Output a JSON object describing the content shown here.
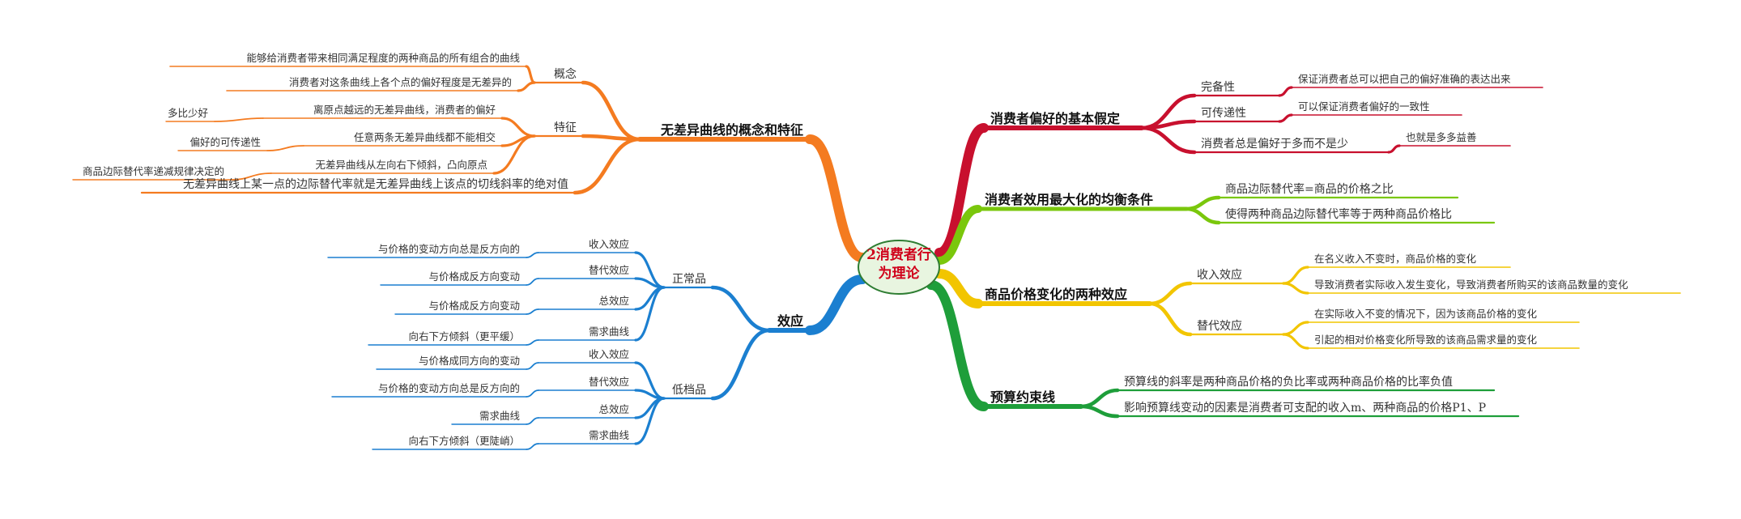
{
  "center": {
    "lines": [
      "2消费者行",
      "为理论"
    ],
    "text_color": "#d0021b",
    "fill": "#e8f5e0",
    "stroke": "#2e7d32"
  },
  "branches": [
    {
      "id": "preference",
      "label": "消费者偏好的基本假定",
      "color": "#c8102e",
      "children": [
        {
          "label": "完备性",
          "children": [
            {
              "label": "保证消费者总可以把自己的偏好准确的表达出来"
            }
          ]
        },
        {
          "label": "可传递性",
          "children": [
            {
              "label": "可以保证消费者偏好的一致性"
            }
          ]
        },
        {
          "label": "消费者总是偏好于多而不是少",
          "children": [
            {
              "label": "也就是多多益善"
            }
          ]
        }
      ]
    },
    {
      "id": "equilibrium",
      "label": "消费者效用最大化的均衡条件",
      "color": "#7ac70c",
      "children": [
        {
          "label": "商品边际替代率=商品的价格之比"
        },
        {
          "label": "使得两种商品边际替代率等于两种商品价格比"
        }
      ]
    },
    {
      "id": "price-effects",
      "label": "商品价格变化的两种效应",
      "color": "#f2c500",
      "children": [
        {
          "label": "收入效应",
          "children": [
            {
              "label": "在名义收入不变时，商品价格的变化"
            },
            {
              "label": "导致消费者实际收入发生变化，导致消费者所购买的该商品数量的变化"
            }
          ]
        },
        {
          "label": "替代效应",
          "children": [
            {
              "label": "在实际收入不变的情况下，因为该商品价格的变化"
            },
            {
              "label": "引起的相对价格变化所导致的该商品需求量的变化"
            }
          ]
        }
      ]
    },
    {
      "id": "budget",
      "label": "预算约束线",
      "color": "#1e9e3a",
      "children": [
        {
          "label": "预算线的斜率是两种商品价格的负比率或两种商品价格的比率负值"
        },
        {
          "label": "影响预算线变动的因素是消费者可支配的收入m、两种商品的价格P1、P"
        }
      ]
    },
    {
      "id": "indifference",
      "label": "无差异曲线的概念和特征",
      "color": "#f47b20",
      "children": [
        {
          "label": "概念",
          "children": [
            {
              "label": "能够给消费者带来相同满足程度的两种商品的所有组合的曲线"
            },
            {
              "label": "消费者对这条曲线上各个点的偏好程度是无差异的"
            }
          ]
        },
        {
          "label": "特征",
          "children": [
            {
              "label": "离原点越远的无差异曲线，消费者的偏好",
              "children": [
                {
                  "label": "多比少好"
                }
              ]
            },
            {
              "label": "任意两条无差异曲线都不能相交",
              "children": [
                {
                  "label": "偏好的可传递性"
                }
              ]
            },
            {
              "label": "无差异曲线从左向右下倾斜，凸向原点",
              "children": [
                {
                  "label": "商品边际替代率递减规律决定的"
                }
              ]
            }
          ]
        },
        {
          "label": "无差异曲线上某一点的边际替代率就是无差异曲线上该点的切线斜率的绝对值"
        }
      ]
    },
    {
      "id": "effects",
      "label": "效应",
      "color": "#1b7fd0",
      "children": [
        {
          "label": "正常品",
          "children": [
            {
              "label": "收入效应",
              "children": [
                {
                  "label": "与价格的变动方向总是反方向的"
                }
              ]
            },
            {
              "label": "替代效应",
              "children": [
                {
                  "label": "与价格成反方向变动"
                }
              ]
            },
            {
              "label": "总效应",
              "children": [
                {
                  "label": "与价格成反方向变动"
                }
              ]
            },
            {
              "label": "需求曲线",
              "children": [
                {
                  "label": "向右下方倾斜（更平缓）"
                }
              ]
            }
          ]
        },
        {
          "label": "低档品",
          "children": [
            {
              "label": "收入效应",
              "children": [
                {
                  "label": "与价格成同方向的变动"
                }
              ]
            },
            {
              "label": "替代效应",
              "children": [
                {
                  "label": "与价格的变动方向总是反方向的"
                }
              ]
            },
            {
              "label": "总效应",
              "children": [
                {
                  "label": "需求曲线"
                }
              ]
            },
            {
              "label": "需求曲线",
              "children": [
                {
                  "label": "向右下方倾斜（更陡峭）"
                }
              ]
            }
          ]
        }
      ]
    }
  ]
}
